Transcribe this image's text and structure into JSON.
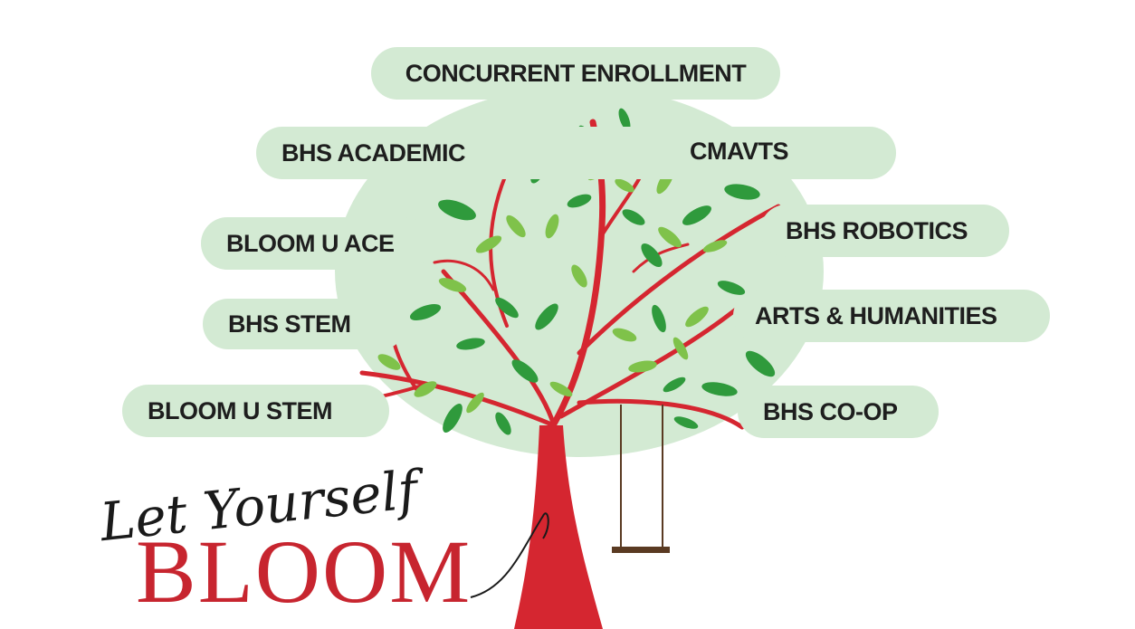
{
  "labels": {
    "concurrent": "CONCURRENT ENROLLMENT",
    "academic": "BHS ACADEMIC",
    "cmavts": "CMAVTS",
    "bloom_ace": "BLOOM U ACE",
    "robotics": "BHS ROBOTICS",
    "bhs_stem": "BHS STEM",
    "arts": "ARTS & HUMANITIES",
    "bloom_stem": "BLOOM U STEM",
    "coop": "BHS CO-OP"
  },
  "tagline": {
    "script": "Let Yourself",
    "word": "BLOOM"
  },
  "colors": {
    "pill": "#d3ead3",
    "trunk": "#d52630",
    "leaf_dark": "#2f9a3c",
    "leaf_light": "#7fc24a",
    "text": "#1e1e1e"
  }
}
